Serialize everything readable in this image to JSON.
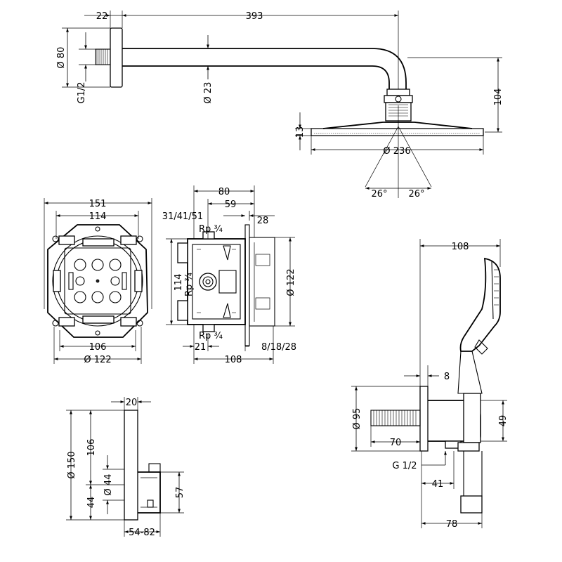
{
  "overhead_shower": {
    "dims": {
      "arm_length": "393",
      "flange_depth": "22",
      "flange_dia": "Ø 80",
      "thread": "G1/2",
      "arm_dia": "Ø 23",
      "drop": "104",
      "head_height": "13",
      "head_dia": "Ø 236",
      "angle_left": "26°",
      "angle_right": "26°"
    }
  },
  "mounting_box": {
    "dims": {
      "width_outer": "151",
      "width_inner": "114",
      "bottom_width": "106",
      "bottom_dia": "Ø 122"
    }
  },
  "valve_body": {
    "dims": {
      "depth_80": "80",
      "depth_59": "59",
      "depth_range": "31/41/51",
      "offset_28": "28",
      "port_top": "Rp ¾",
      "height_114": "114",
      "port_side": "Rp ¾",
      "dia_122": "Ø 122",
      "port_bottom": "Rp ¾",
      "offset_21": "21",
      "offset_range": "8/18/28",
      "depth_108": "108"
    }
  },
  "trim_plate": {
    "dims": {
      "plate_depth": "20",
      "plate_dia": "Ø 150",
      "height_106": "106",
      "knob_dia": "Ø 44",
      "height_44": "44",
      "knob_height": "57",
      "projection": "54-82"
    }
  },
  "hand_shower_outlet": {
    "dims": {
      "reach_108": "108",
      "offset_8": "8",
      "dia_95": "Ø 95",
      "depth_70": "70",
      "thread": "G 1/2",
      "height_49": "49",
      "offset_41": "41",
      "offset_78": "78"
    }
  }
}
